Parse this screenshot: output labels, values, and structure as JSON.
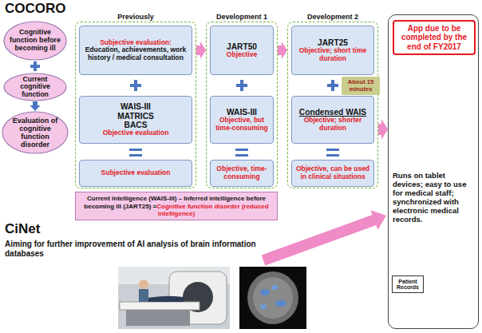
{
  "diagram": {
    "title": "COCORO",
    "nodes": [
      {
        "text": [
          "Cognitive function before becoming ill"
        ]
      },
      {
        "text": [
          "Current cognitive function"
        ]
      },
      {
        "text": [
          "Evaluation of cognitive function disorder"
        ]
      },
      {
        "text": [
          "Previously"
        ]
      },
      {
        "text": [
          "Subjective evaluation:",
          "Education, achievements, work history / medical consultation"
        ],
        "in": 3
      },
      {
        "text": [
          "WAIS-III MATRICS BACS",
          "Objective evaluation"
        ],
        "in": 3
      },
      {
        "text": [
          "Subjective evaluation"
        ],
        "in": 3
      },
      {
        "text": [
          "Development 1"
        ]
      },
      {
        "text": [
          "JART50",
          "Objective"
        ],
        "in": 7
      },
      {
        "text": [
          "WAIS-III",
          "Objective, but time-consuming"
        ],
        "in": 7
      },
      {
        "text": [
          "Objective, time-consuming"
        ],
        "in": 7
      },
      {
        "text": [
          "Development 2"
        ]
      },
      {
        "text": [
          "JART25",
          "Objective; short time duration"
        ],
        "in": 11
      },
      {
        "text": [
          "Condensed WAIS",
          "Objective; shorter duration"
        ],
        "in": 11
      },
      {
        "text": [
          "Objective, can be used in clinical situations"
        ],
        "in": 11
      },
      {
        "text": [
          "About 15 minutes"
        ]
      },
      {
        "text": [
          "Current intelligence (WAIS-III) – Inferred intelligence before becoming ill (JART25) =",
          "Cognitive function disorder (reduced intelligence)"
        ]
      },
      {
        "text": [
          "Runs on tablet devices; easy to use for medical staff; synchronized with electronic medical records."
        ]
      },
      {
        "text": [
          "App due to be completed by the end of FY2017"
        ],
        "in": 17
      },
      {
        "text": [
          "Patient Records"
        ],
        "in": 17
      }
    ],
    "edges": [
      {
        "from": 1,
        "to": 2,
        "arrow": "to"
      },
      {
        "from": 3,
        "to": 7,
        "arrow": "to"
      },
      {
        "from": 7,
        "to": 11,
        "arrow": "to"
      },
      {
        "from": 11,
        "to": 17,
        "arrow": "to"
      }
    ],
    "labels": [
      "CiNet",
      "Aiming for further improvement of AI analysis of brain information databases"
    ]
  }
}
